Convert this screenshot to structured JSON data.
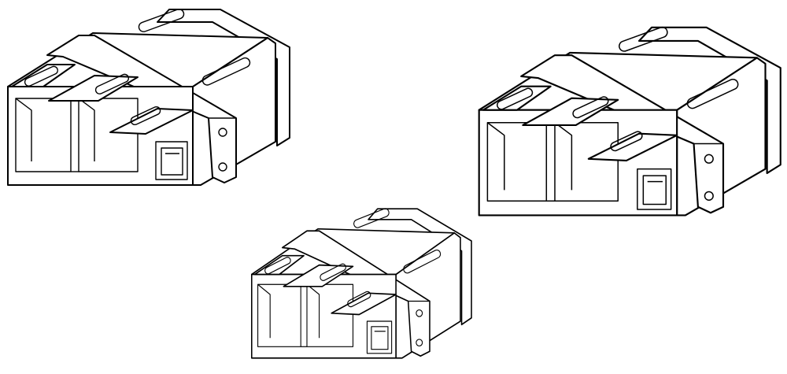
{
  "figure": {
    "style": "line-drawing",
    "colors": {
      "line": "#000000",
      "background": "#ffffff"
    },
    "objects": [
      {
        "id": "duplex-adapter-with-flange"
      },
      {
        "id": "duplex-adapter-without-flange"
      },
      {
        "id": "simplex-adapter-with-flange"
      }
    ]
  }
}
